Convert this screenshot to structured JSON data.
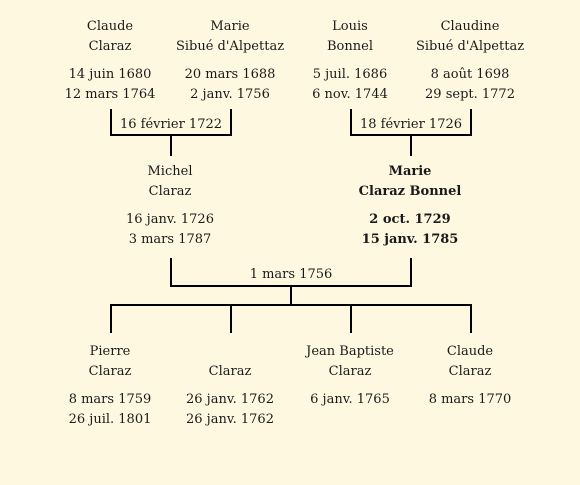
{
  "grandparents_paternal": {
    "father": {
      "first": "Claude",
      "last": "Claraz",
      "birth": "14 juin 1680",
      "death": "12 mars 1764"
    },
    "mother": {
      "first": "Marie",
      "last": "Sibué d'Alpettaz",
      "birth": "20 mars 1688",
      "death": "2 janv. 1756"
    },
    "marriage": "16 février 1722"
  },
  "grandparents_maternal": {
    "father": {
      "first": "Louis",
      "last": "Bonnel",
      "birth": "5 juil. 1686",
      "death": "6 nov. 1744"
    },
    "mother": {
      "first": "Claudine",
      "last": "Sibué d'Alpettaz",
      "birth": "8 août 1698",
      "death": "29 sept. 1772"
    },
    "marriage": "18 février 1726"
  },
  "parents": {
    "father": {
      "first": "Michel",
      "last": "Claraz",
      "birth": "16 janv. 1726",
      "death": "3 mars 1787"
    },
    "mother": {
      "first": "Marie",
      "last": "Claraz Bonnel",
      "birth": "2 oct. 1729",
      "death": "15 janv. 1785"
    },
    "marriage": "1 mars 1756"
  },
  "children": [
    {
      "first": "Pierre",
      "last": "Claraz",
      "birth": "8 mars 1759",
      "death": "26 juil. 1801"
    },
    {
      "first": "",
      "last": "Claraz",
      "birth": "26 janv. 1762",
      "death": "26 janv. 1762"
    },
    {
      "first": "Jean Baptiste",
      "last": "Claraz",
      "birth": "6 janv. 1765",
      "death": ""
    },
    {
      "first": "Claude",
      "last": "Claraz",
      "birth": "8 mars 1770",
      "death": ""
    }
  ]
}
